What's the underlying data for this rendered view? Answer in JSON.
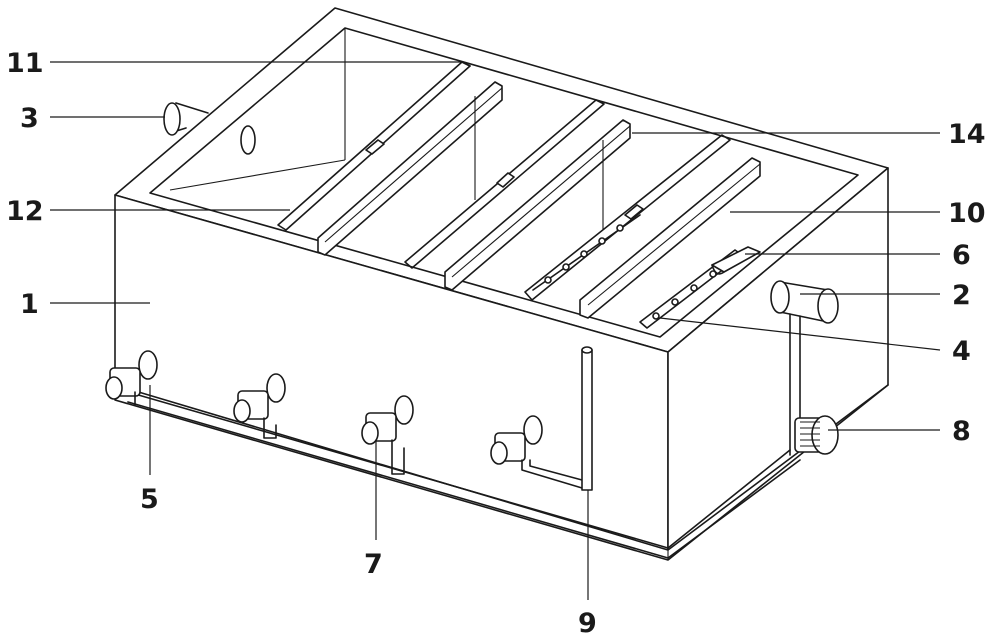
{
  "labels": {
    "n1": "1",
    "n2": "2",
    "n3": "3",
    "n4": "4",
    "n5": "5",
    "n6": "6",
    "n7": "7",
    "n8": "8",
    "n9": "9",
    "n10": "10",
    "n11": "11",
    "n12": "12",
    "n14": "14"
  }
}
